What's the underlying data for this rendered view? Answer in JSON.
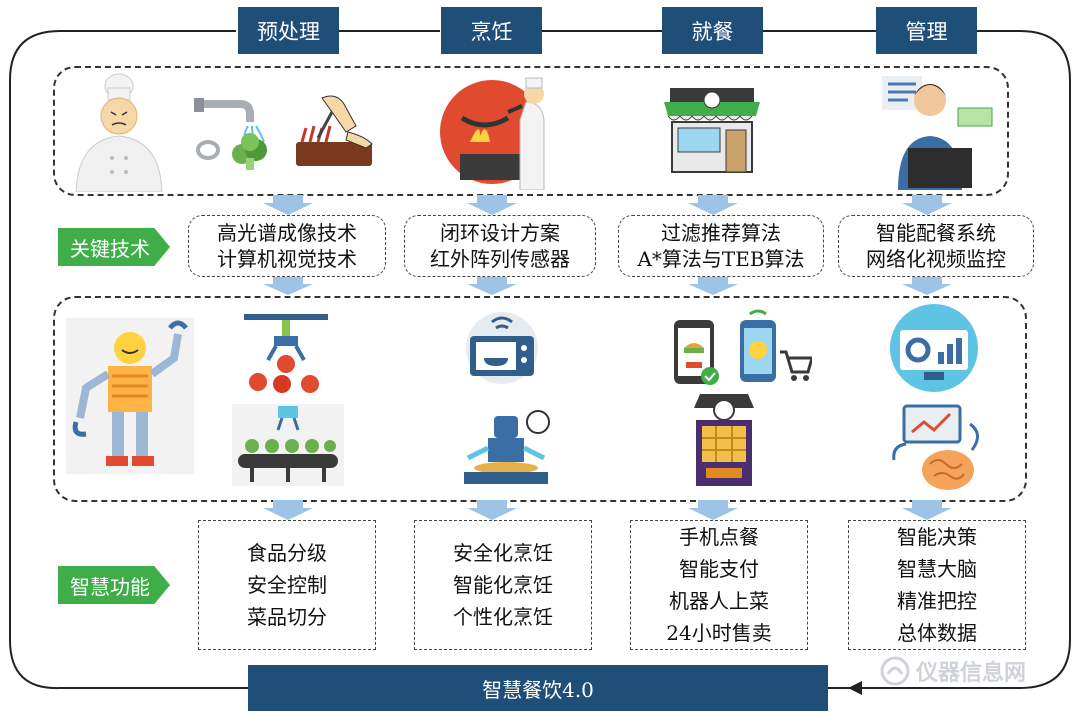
{
  "stages": [
    "预处理",
    "烹饪",
    "就餐",
    "管理"
  ],
  "labels": {
    "key_tech": "关键技术",
    "smart_func": "智慧功能"
  },
  "tech": [
    [
      "高光谱成像技术",
      "计算机视觉技术"
    ],
    [
      "闭环设计方案",
      "红外阵列传感器"
    ],
    [
      "过滤推荐算法",
      "A*算法与TEB算法"
    ],
    [
      "智能配餐系统",
      "网络化视频监控"
    ]
  ],
  "functions": [
    [
      "食品分级",
      "安全控制",
      "菜品切分"
    ],
    [
      "安全化烹饪",
      "智能化烹饪",
      "个性化烹饪"
    ],
    [
      "手机点餐",
      "智能支付",
      "机器人上菜",
      "24小时售卖"
    ],
    [
      "智能决策",
      "智慧大脑",
      "精准把控",
      "总体数据"
    ]
  ],
  "bottom_title": "智慧餐饮4.0",
  "watermark": "仪器信息网",
  "icons": {
    "top": [
      "chef-icon",
      "washing-vegetables-icon",
      "cutting-knife-icon",
      "wok-cooking-icon",
      "restaurant-shop-icon",
      "manager-computer-icon"
    ],
    "middle": [
      "robot-icon",
      "sorting-claw-icon",
      "conveyor-belt-icon",
      "smart-oven-icon",
      "cooking-robot-icon",
      "mobile-order-icon",
      "mobile-payment-icon",
      "vending-machine-icon",
      "analytics-dashboard-icon",
      "smart-brain-icon"
    ]
  },
  "colors": {
    "stage_blue": "#1f4e79",
    "tag_green": "#3fae49",
    "arrow_blue": "#9dc3e6"
  }
}
